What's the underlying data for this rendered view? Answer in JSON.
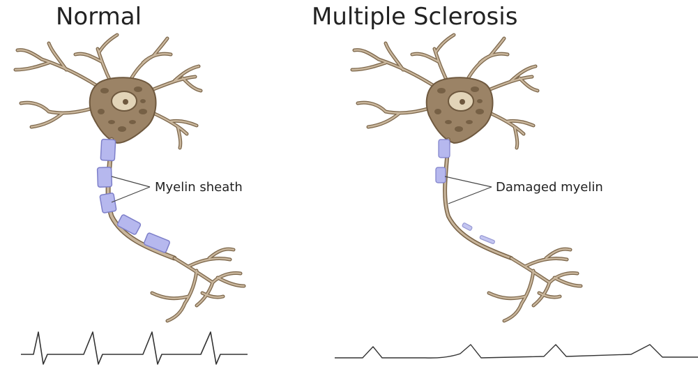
{
  "titles": {
    "normal": "Normal",
    "ms": "Multiple Sclerosis"
  },
  "labels": {
    "myelin": "Myelin sheath",
    "damaged": "Damaged myelin"
  },
  "colors": {
    "neuron_fill": "#c9b69c",
    "neuron_stroke": "#7a6448",
    "soma_fill": "#9b8366",
    "myelin_fill": "#b6b8ee",
    "myelin_stroke": "#7d7fc9",
    "signal": "#333333"
  }
}
